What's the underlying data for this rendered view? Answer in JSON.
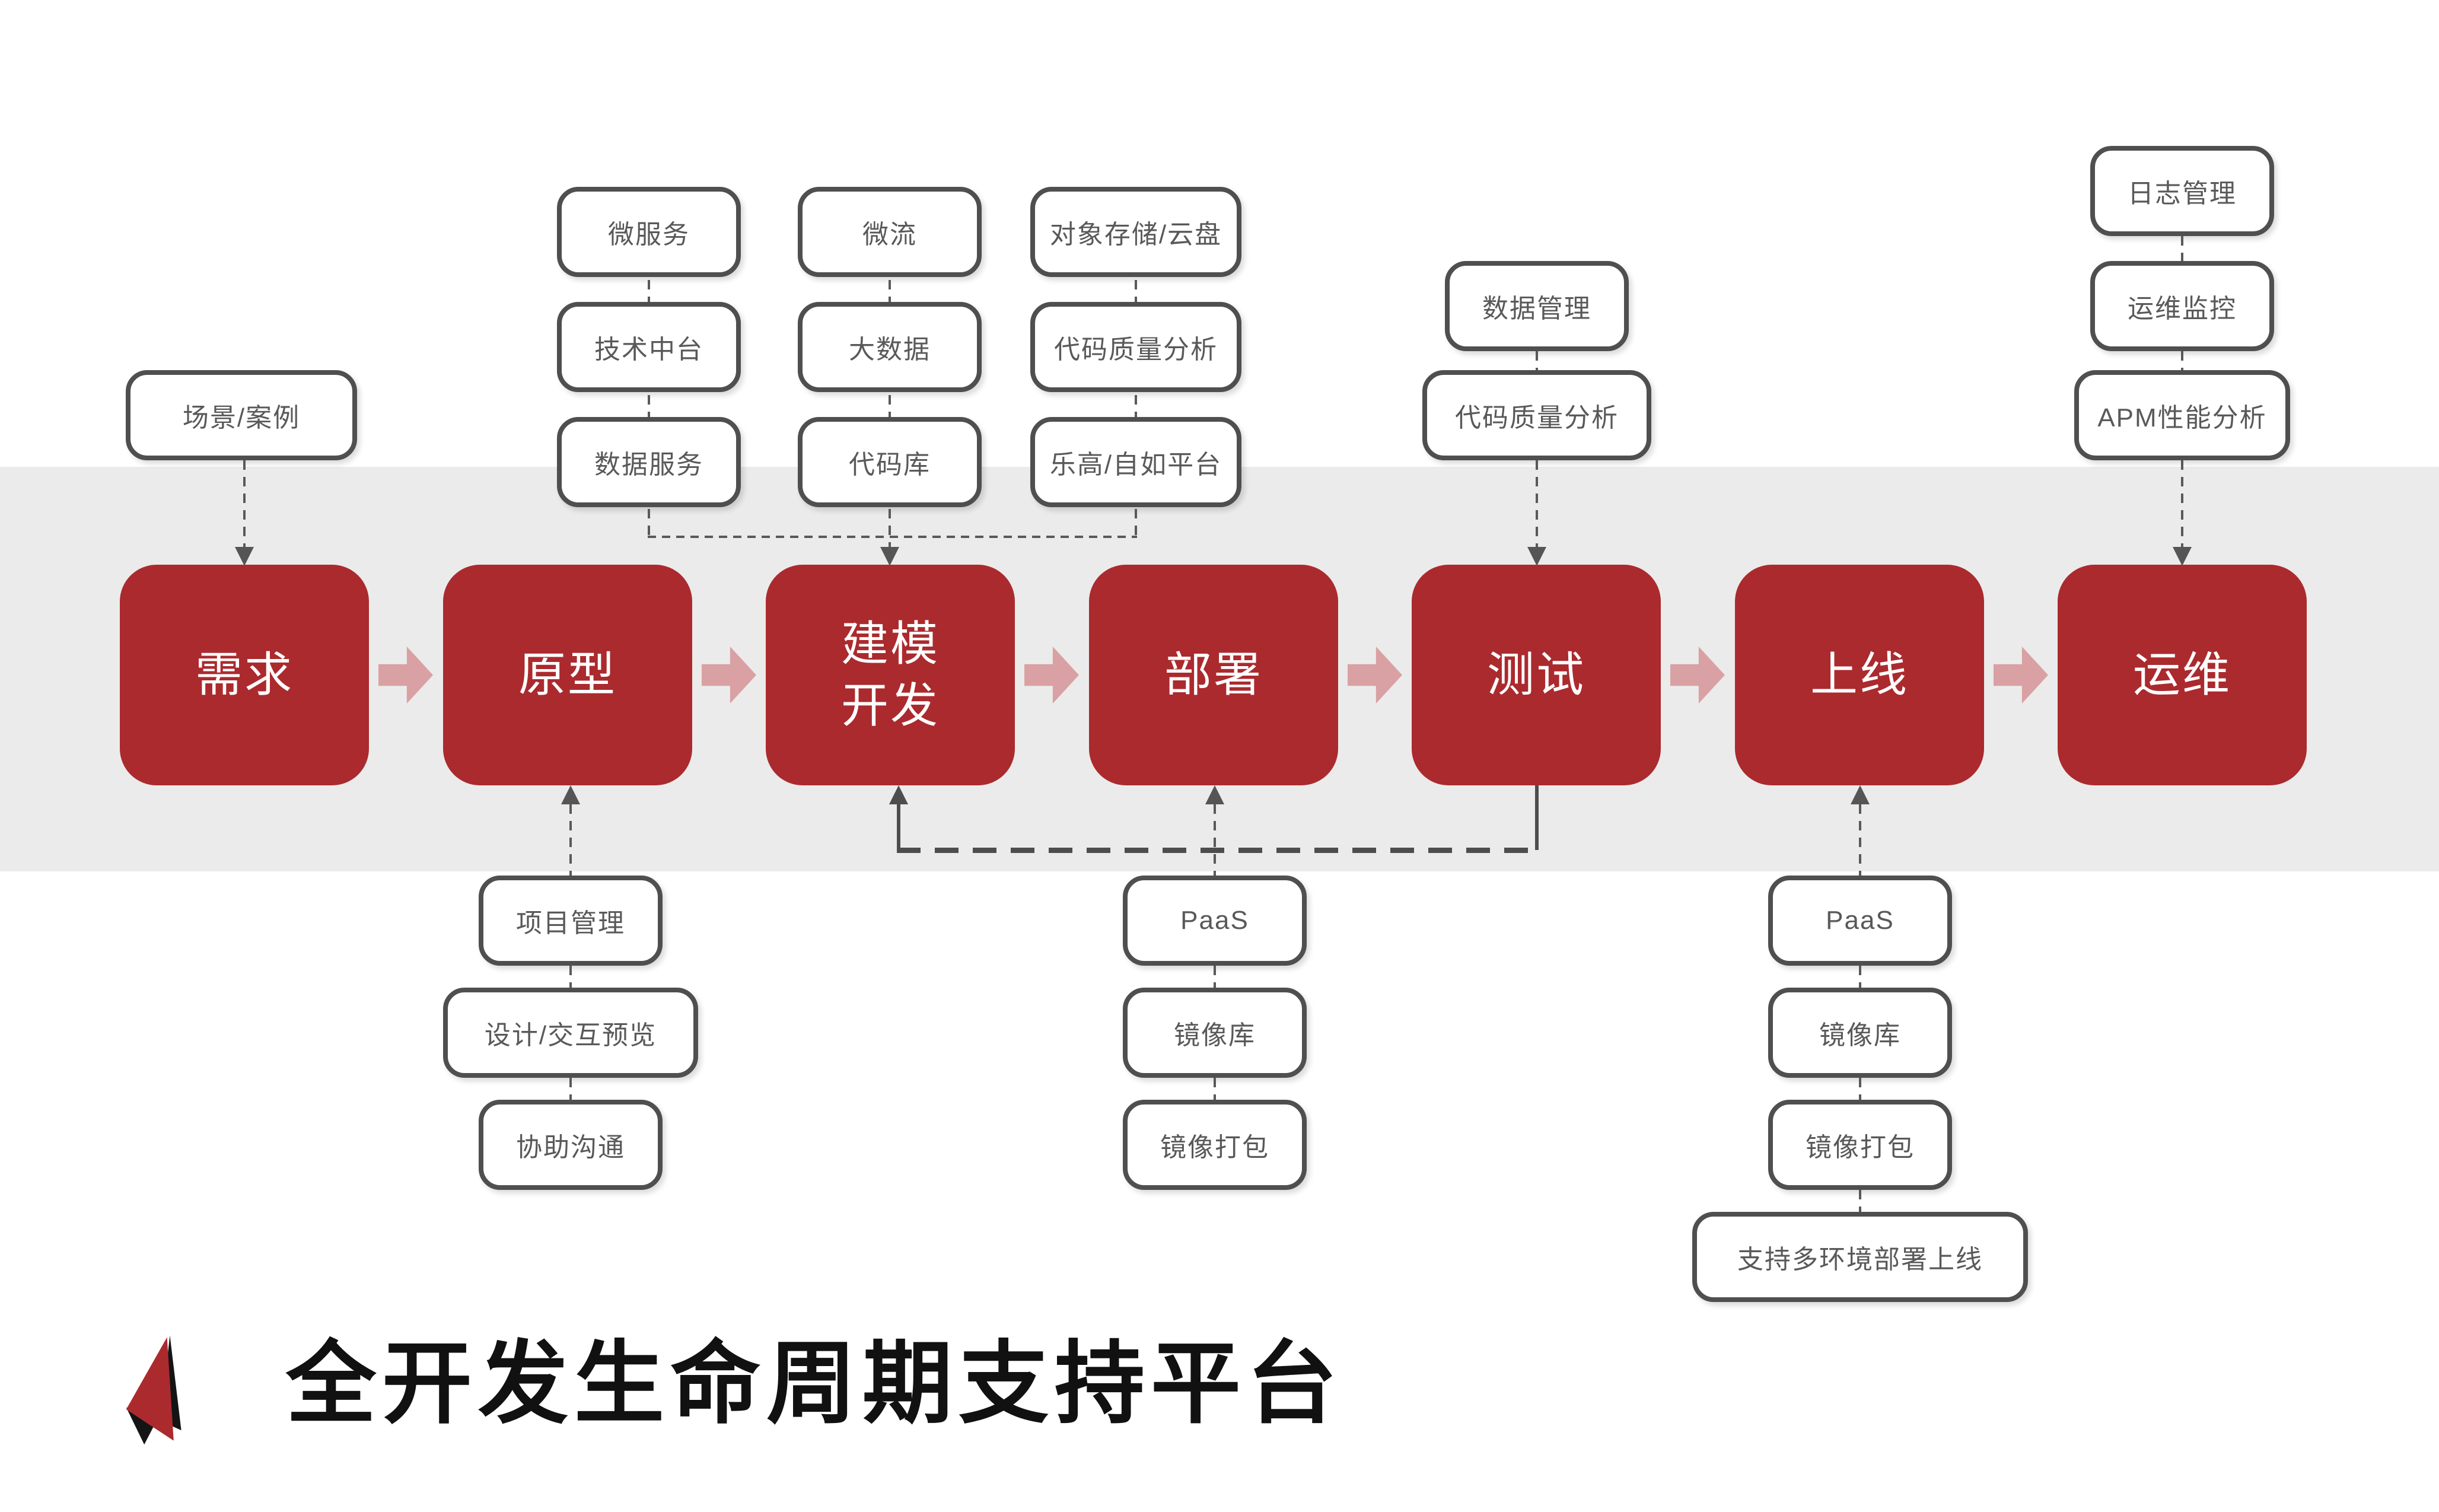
{
  "title": "全开发生命周期支持平台",
  "stages": [
    "需求",
    "原型",
    "建模\n开发",
    "部署",
    "测试",
    "上线",
    "运维"
  ],
  "boxes": {
    "scene": "场景/案例",
    "dev_col1": [
      "微服务",
      "技术中台",
      "数据服务"
    ],
    "dev_col2": [
      "微流",
      "大数据",
      "代码库"
    ],
    "dev_col3": [
      "对象存储/云盘",
      "代码质量分析",
      "乐高/自如平台"
    ],
    "test_col": [
      "数据管理",
      "代码质量分析"
    ],
    "ops_col": [
      "日志管理",
      "运维监控",
      "APM性能分析"
    ],
    "proto_col": [
      "项目管理",
      "设计/交互预览",
      "协助沟通"
    ],
    "deploy_col": [
      "PaaS",
      "镜像库",
      "镜像打包"
    ],
    "online_col": [
      "PaaS",
      "镜像库",
      "镜像打包",
      "支持多环境部署上线"
    ]
  },
  "colors": {
    "stage_red": "#AB2A2E",
    "arrow_pink": "#D9A1A3",
    "band_gray": "#EBEBEB",
    "border_gray": "#4F4F4F",
    "box_text": "#595959",
    "connector": "#595959",
    "feedback": "#4D4D4D",
    "title_color": "#111111"
  }
}
